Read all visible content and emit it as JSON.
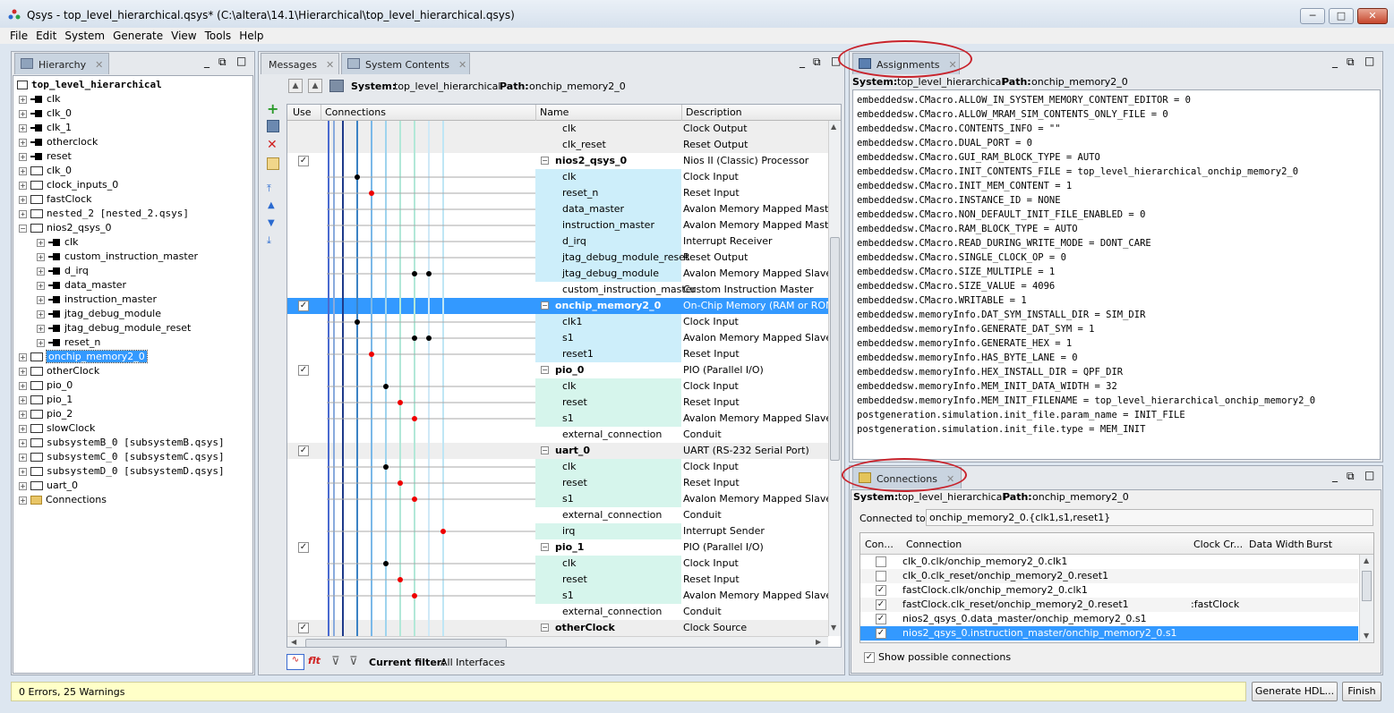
{
  "window": {
    "title": "Qsys - top_level_hierarchical.qsys* (C:\\altera\\14.1\\Hierarchical\\top_level_hierarchical.qsys)",
    "min": "─",
    "max": "□",
    "close": "✕"
  },
  "menu": [
    "File",
    "Edit",
    "System",
    "Generate",
    "View",
    "Tools",
    "Help"
  ],
  "hierarchy": {
    "tab": "Hierarchy",
    "root": "top_level_hierarchical",
    "items": [
      {
        "label": "clk",
        "icon": "port",
        "level": 1,
        "mono": false
      },
      {
        "label": "clk_0",
        "icon": "port",
        "level": 1,
        "mono": false
      },
      {
        "label": "clk_1",
        "icon": "port",
        "level": 1,
        "mono": false
      },
      {
        "label": "otherclock",
        "icon": "port",
        "level": 1,
        "mono": false
      },
      {
        "label": "reset",
        "icon": "port",
        "level": 1,
        "mono": false
      },
      {
        "label": "clk_0",
        "icon": "module",
        "level": 1,
        "mono": false
      },
      {
        "label": "clock_inputs_0",
        "icon": "module",
        "level": 1,
        "mono": false
      },
      {
        "label": "fastClock",
        "icon": "module",
        "level": 1,
        "mono": false
      },
      {
        "label": "nested_2 [nested_2.qsys]",
        "icon": "module",
        "level": 1,
        "mono": true
      },
      {
        "label": "nios2_qsys_0",
        "icon": "module",
        "level": 1,
        "mono": false,
        "expanded": true
      },
      {
        "label": "clk",
        "icon": "port",
        "level": 2,
        "mono": false
      },
      {
        "label": "custom_instruction_master",
        "icon": "port",
        "level": 2,
        "mono": false
      },
      {
        "label": "d_irq",
        "icon": "port",
        "level": 2,
        "mono": false
      },
      {
        "label": "data_master",
        "icon": "port",
        "level": 2,
        "mono": false
      },
      {
        "label": "instruction_master",
        "icon": "port",
        "level": 2,
        "mono": false
      },
      {
        "label": "jtag_debug_module",
        "icon": "port",
        "level": 2,
        "mono": false
      },
      {
        "label": "jtag_debug_module_reset",
        "icon": "port",
        "level": 2,
        "mono": false
      },
      {
        "label": "reset_n",
        "icon": "port",
        "level": 2,
        "mono": false
      },
      {
        "label": "onchip_memory2_0",
        "icon": "module",
        "level": 1,
        "mono": false,
        "selected": true
      },
      {
        "label": "otherClock",
        "icon": "module",
        "level": 1,
        "mono": false
      },
      {
        "label": "pio_0",
        "icon": "module",
        "level": 1,
        "mono": false
      },
      {
        "label": "pio_1",
        "icon": "module",
        "level": 1,
        "mono": false
      },
      {
        "label": "pio_2",
        "icon": "module",
        "level": 1,
        "mono": false
      },
      {
        "label": "slowClock",
        "icon": "module",
        "level": 1,
        "mono": false
      },
      {
        "label": "subsystemB_0 [subsystemB.qsys]",
        "icon": "module",
        "level": 1,
        "mono": true
      },
      {
        "label": "subsystemC_0 [subsystemC.qsys]",
        "icon": "module",
        "level": 1,
        "mono": true
      },
      {
        "label": "subsystemD_0 [subsystemD.qsys]",
        "icon": "module",
        "level": 1,
        "mono": true
      },
      {
        "label": "uart_0",
        "icon": "module",
        "level": 1,
        "mono": false
      },
      {
        "label": "Connections",
        "icon": "folder",
        "level": 1,
        "mono": false
      }
    ]
  },
  "center": {
    "tabs": [
      "Messages",
      "System Contents"
    ],
    "system_label": "System:",
    "system_value": "top_level_hierarchical",
    "path_label": "Path:",
    "path_value": "onchip_memory2_0",
    "columns": [
      "Use",
      "Connections",
      "Name",
      "Description"
    ],
    "rows": [
      {
        "use": "",
        "name": "clk",
        "desc": "Clock Output",
        "kind": "port",
        "bg": "gray"
      },
      {
        "use": "",
        "name": "clk_reset",
        "desc": "Reset Output",
        "kind": "port",
        "bg": "gray"
      },
      {
        "use": "✓",
        "name": "nios2_qsys_0",
        "desc": "Nios II (Classic) Processor",
        "kind": "module",
        "bg": "white"
      },
      {
        "use": "",
        "name": "clk",
        "desc": "Clock Input",
        "kind": "port",
        "bg": "blue"
      },
      {
        "use": "",
        "name": "reset_n",
        "desc": "Reset Input",
        "kind": "port",
        "bg": "blue"
      },
      {
        "use": "",
        "name": "data_master",
        "desc": "Avalon Memory Mapped Master",
        "kind": "port",
        "bg": "blue"
      },
      {
        "use": "",
        "name": "instruction_master",
        "desc": "Avalon Memory Mapped Master",
        "kind": "port",
        "bg": "blue"
      },
      {
        "use": "",
        "name": "d_irq",
        "desc": "Interrupt Receiver",
        "kind": "port",
        "bg": "blue"
      },
      {
        "use": "",
        "name": "jtag_debug_module_reset",
        "desc": "Reset Output",
        "kind": "port",
        "bg": "blue"
      },
      {
        "use": "",
        "name": "jtag_debug_module",
        "desc": "Avalon Memory Mapped Slave",
        "kind": "port",
        "bg": "blue"
      },
      {
        "use": "",
        "name": "custom_instruction_master",
        "desc": "Custom Instruction Master",
        "kind": "port",
        "bg": "white"
      },
      {
        "use": "✓",
        "name": "onchip_memory2_0",
        "desc": "On-Chip Memory (RAM or ROM)",
        "kind": "module",
        "bg": "selected"
      },
      {
        "use": "",
        "name": "clk1",
        "desc": "Clock Input",
        "kind": "port",
        "bg": "blue"
      },
      {
        "use": "",
        "name": "s1",
        "desc": "Avalon Memory Mapped Slave",
        "kind": "port",
        "bg": "blue"
      },
      {
        "use": "",
        "name": "reset1",
        "desc": "Reset Input",
        "kind": "port",
        "bg": "blue"
      },
      {
        "use": "✓",
        "name": "pio_0",
        "desc": "PIO (Parallel I/O)",
        "kind": "module",
        "bg": "white"
      },
      {
        "use": "",
        "name": "clk",
        "desc": "Clock Input",
        "kind": "port",
        "bg": "green"
      },
      {
        "use": "",
        "name": "reset",
        "desc": "Reset Input",
        "kind": "port",
        "bg": "green"
      },
      {
        "use": "",
        "name": "s1",
        "desc": "Avalon Memory Mapped Slave",
        "kind": "port",
        "bg": "green"
      },
      {
        "use": "",
        "name": "external_connection",
        "desc": "Conduit",
        "kind": "port",
        "bg": "white"
      },
      {
        "use": "✓",
        "name": "uart_0",
        "desc": "UART (RS-232 Serial Port)",
        "kind": "module",
        "bg": "gray"
      },
      {
        "use": "",
        "name": "clk",
        "desc": "Clock Input",
        "kind": "port",
        "bg": "green"
      },
      {
        "use": "",
        "name": "reset",
        "desc": "Reset Input",
        "kind": "port",
        "bg": "green"
      },
      {
        "use": "",
        "name": "s1",
        "desc": "Avalon Memory Mapped Slave",
        "kind": "port",
        "bg": "green"
      },
      {
        "use": "",
        "name": "external_connection",
        "desc": "Conduit",
        "kind": "port",
        "bg": "white"
      },
      {
        "use": "",
        "name": "irq",
        "desc": "Interrupt Sender",
        "kind": "port",
        "bg": "green"
      },
      {
        "use": "✓",
        "name": "pio_1",
        "desc": "PIO (Parallel I/O)",
        "kind": "module",
        "bg": "white"
      },
      {
        "use": "",
        "name": "clk",
        "desc": "Clock Input",
        "kind": "port",
        "bg": "green"
      },
      {
        "use": "",
        "name": "reset",
        "desc": "Reset Input",
        "kind": "port",
        "bg": "green"
      },
      {
        "use": "",
        "name": "s1",
        "desc": "Avalon Memory Mapped Slave",
        "kind": "port",
        "bg": "green"
      },
      {
        "use": "",
        "name": "external_connection",
        "desc": "Conduit",
        "kind": "port",
        "bg": "white"
      },
      {
        "use": "✓",
        "name": "otherClock",
        "desc": "Clock Source",
        "kind": "module",
        "bg": "gray"
      }
    ],
    "filter_label": "Current filter:",
    "filter_value": "All Interfaces"
  },
  "assignments": {
    "tab": "Assignments",
    "system_label": "System:",
    "system_value": "top_level_hierarchical",
    "path_label": "Path:",
    "path_value": "onchip_memory2_0",
    "lines": [
      "embeddedsw.CMacro.ALLOW_IN_SYSTEM_MEMORY_CONTENT_EDITOR = 0",
      "embeddedsw.CMacro.ALLOW_MRAM_SIM_CONTENTS_ONLY_FILE = 0",
      "embeddedsw.CMacro.CONTENTS_INFO = \"\"",
      "embeddedsw.CMacro.DUAL_PORT = 0",
      "embeddedsw.CMacro.GUI_RAM_BLOCK_TYPE = AUTO",
      "embeddedsw.CMacro.INIT_CONTENTS_FILE = top_level_hierarchical_onchip_memory2_0",
      "embeddedsw.CMacro.INIT_MEM_CONTENT = 1",
      "embeddedsw.CMacro.INSTANCE_ID = NONE",
      "embeddedsw.CMacro.NON_DEFAULT_INIT_FILE_ENABLED = 0",
      "embeddedsw.CMacro.RAM_BLOCK_TYPE = AUTO",
      "embeddedsw.CMacro.READ_DURING_WRITE_MODE = DONT_CARE",
      "embeddedsw.CMacro.SINGLE_CLOCK_OP = 0",
      "embeddedsw.CMacro.SIZE_MULTIPLE = 1",
      "embeddedsw.CMacro.SIZE_VALUE = 4096",
      "embeddedsw.CMacro.WRITABLE = 1",
      "embeddedsw.memoryInfo.DAT_SYM_INSTALL_DIR = SIM_DIR",
      "embeddedsw.memoryInfo.GENERATE_DAT_SYM = 1",
      "embeddedsw.memoryInfo.GENERATE_HEX = 1",
      "embeddedsw.memoryInfo.HAS_BYTE_LANE = 0",
      "embeddedsw.memoryInfo.HEX_INSTALL_DIR = QPF_DIR",
      "embeddedsw.memoryInfo.MEM_INIT_DATA_WIDTH = 32",
      "embeddedsw.memoryInfo.MEM_INIT_FILENAME = top_level_hierarchical_onchip_memory2_0",
      "postgeneration.simulation.init_file.param_name = INIT_FILE",
      "postgeneration.simulation.init_file.type = MEM_INIT"
    ]
  },
  "connections": {
    "tab": "Connections",
    "system_label": "System:",
    "system_value": "top_level_hierarchical",
    "path_label": "Path:",
    "path_value": "onchip_memory2_0",
    "connected_to_label": "Connected to:",
    "connected_to_value": "onchip_memory2_0.{clk1,s1,reset1}",
    "columns": [
      "Con...",
      "Connection",
      "Clock Cr...",
      "Data Width",
      "Burst"
    ],
    "rows": [
      {
        "checked": "",
        "connection": "clk_0.clk/onchip_memory2_0.clk1",
        "clock": ""
      },
      {
        "checked": "",
        "connection": "clk_0.clk_reset/onchip_memory2_0.reset1",
        "clock": ""
      },
      {
        "checked": "✓",
        "connection": "fastClock.clk/onchip_memory2_0.clk1",
        "clock": ""
      },
      {
        "checked": "✓",
        "connection": "fastClock.clk_reset/onchip_memory2_0.reset1",
        "clock": ":fastClock"
      },
      {
        "checked": "✓",
        "connection": "nios2_qsys_0.data_master/onchip_memory2_0.s1",
        "clock": ""
      },
      {
        "checked": "✓",
        "connection": "nios2_qsys_0.instruction_master/onchip_memory2_0.s1",
        "clock": "",
        "selected": true
      }
    ],
    "show_possible": "Show possible connections",
    "show_possible_checked": "✓"
  },
  "status": {
    "text": "0 Errors, 25 Warnings"
  },
  "buttons": {
    "generate": "Generate HDL...",
    "finish": "Finish"
  }
}
